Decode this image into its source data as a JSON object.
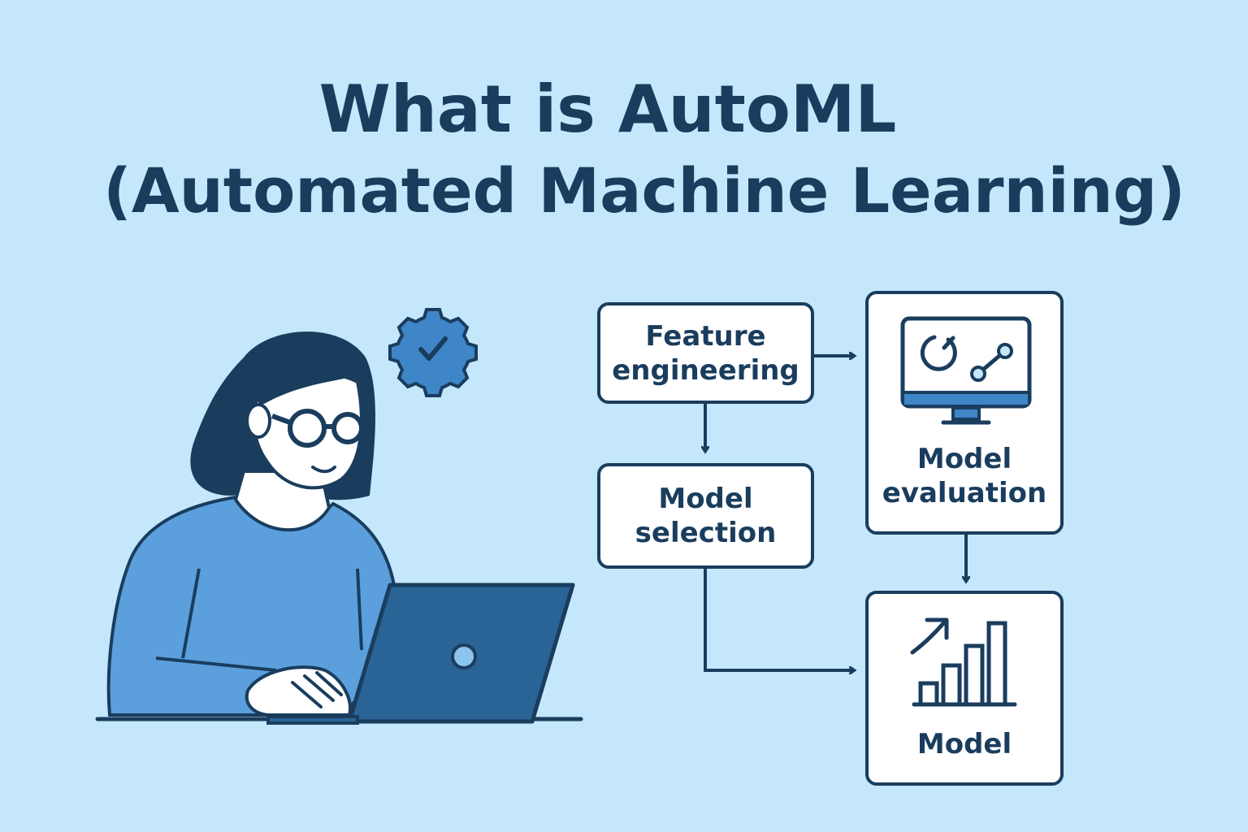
{
  "title": {
    "line1": "What is AutoML",
    "line2": "(Automated Machine Learning)"
  },
  "colors": {
    "background": "#c5e7fb",
    "dark": "#1a3d5e",
    "accent": "#5b9fdc",
    "laptop": "#2a6496"
  },
  "flow": {
    "feature_engineering": {
      "line1": "Feature",
      "line2": "engineering"
    },
    "model_selection": {
      "line1": "Model",
      "line2": "selection"
    },
    "model_evaluation": {
      "line1": "Model",
      "line2": "evaluation",
      "icon": "monitor-icon"
    },
    "model": {
      "label": "Model",
      "icon": "bar-chart-growth-icon"
    }
  },
  "illustration": {
    "person": "woman-with-laptop",
    "badge_icon": "gear-check-icon"
  }
}
